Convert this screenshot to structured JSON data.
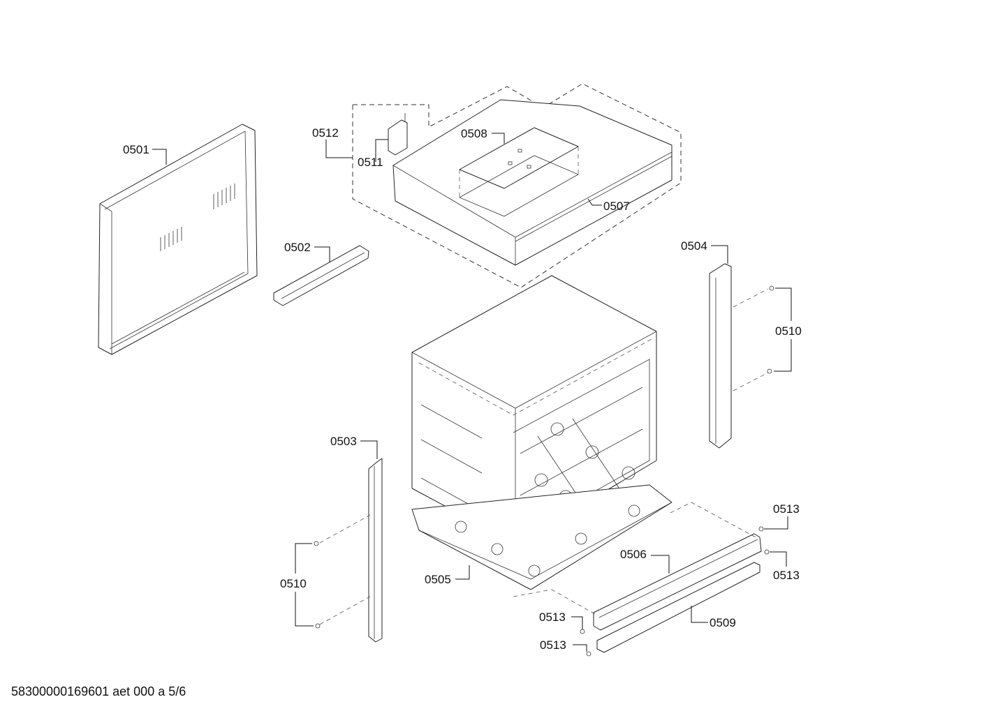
{
  "labels": {
    "p0501": "0501",
    "p0502": "0502",
    "p0503": "0503",
    "p0504": "0504",
    "p0505": "0505",
    "p0506": "0506",
    "p0507": "0507",
    "p0508": "0508",
    "p0509": "0509",
    "p0510a": "0510",
    "p0510b": "0510",
    "p0511": "0511",
    "p0512": "0512",
    "p0513a": "0513",
    "p0513b": "0513",
    "p0513c": "0513",
    "p0513d": "0513"
  },
  "footer": {
    "code": "58300000169601 aet 000 a 5/6"
  }
}
